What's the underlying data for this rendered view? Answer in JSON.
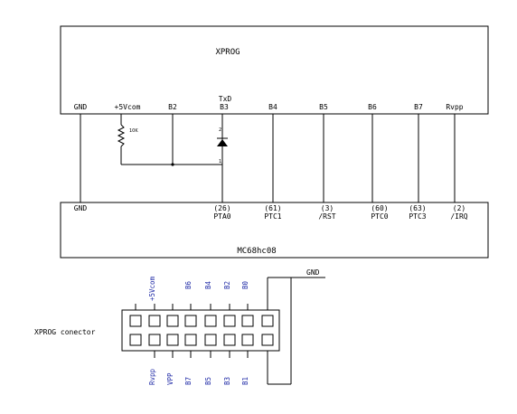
{
  "top_block": {
    "title": "XPROG",
    "pins": [
      {
        "label": "GND"
      },
      {
        "label": "+5Vcom"
      },
      {
        "label": "B2"
      },
      {
        "label": "TxD",
        "label2": "B3"
      },
      {
        "label": "B4"
      },
      {
        "label": "B5"
      },
      {
        "label": "B6"
      },
      {
        "label": "B7"
      },
      {
        "label": "Rvpp"
      }
    ]
  },
  "resistor": {
    "value": "10K"
  },
  "diode": {
    "pin_a": "2",
    "pin_b": "1"
  },
  "bottom_block": {
    "title": "MC68hc08",
    "gnd_label": "GND",
    "pins": [
      {
        "num": "(26)",
        "name": "PTA0"
      },
      {
        "num": "(61)",
        "name": "PTC1"
      },
      {
        "num": "(3)",
        "name": "/RST"
      },
      {
        "num": "(60)",
        "name": "PTC0"
      },
      {
        "num": "(63)",
        "name": "PTC3"
      },
      {
        "num": "(2)",
        "name": "/IRQ"
      }
    ]
  },
  "connector": {
    "label": "XPROG conector",
    "gnd_label": "GND",
    "top_labels": [
      "",
      "+5Vcom",
      "",
      "B6",
      "B4",
      "B2",
      "B0",
      ""
    ],
    "bottom_labels": [
      "Rvpp",
      "VPP",
      "B7",
      "B5",
      "B3",
      "B1"
    ],
    "label_color": "#1f2aa6"
  }
}
